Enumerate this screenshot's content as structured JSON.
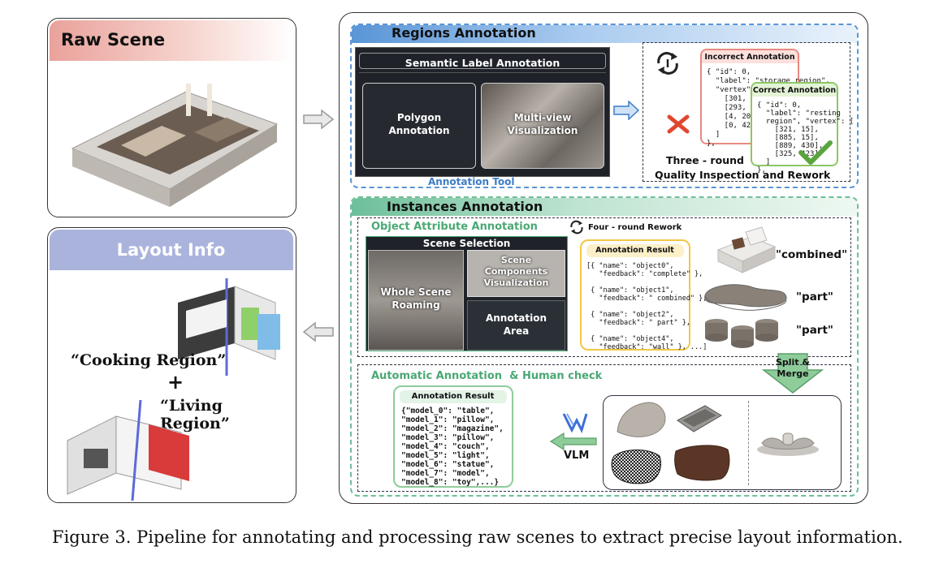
{
  "raw_scene": {
    "title": "Raw Scene"
  },
  "layout_info": {
    "title": "Layout Info",
    "cooking_label": "“Cooking Region”",
    "plus": "+",
    "living_label": "“Living Region”"
  },
  "regions_annotation": {
    "title": "Regions Annotation",
    "semantic_label": "Semantic Label Annotation",
    "polygon_label": "Polygon\nAnnotation",
    "multiview_label": "Multi-view\nVisualization",
    "tool_label": "Annotation Tool",
    "incorrect": {
      "title": "Incorrect Annotation",
      "code": "{ \"id\": 0,\n  \"label\": \"storage region\",\n  \"vertex\": [\n    [301, 403],\n    [293, 201],\n    [4, 209],\n    [0, 423]\n  ]\n},"
    },
    "correct": {
      "title": "Correct Annotation",
      "code": "{ \"id\": 0,\n  \"label\": \"resting\n  region\", \"vertex\": [\n    [321, 15],\n    [885, 15],\n    [889, 430],\n    [325, 423]\n  ]\n},"
    },
    "inspection_line1": "Three - round",
    "inspection_line2": "Quality Inspection and Rework"
  },
  "instances_annotation": {
    "title": "Instances Annotation",
    "object_attr_title": "Object Attribute Annotation",
    "rework_label": "Four - round Rework",
    "scene_selection": "Scene Selection",
    "whole_scene": "Whole Scene\nRoaming",
    "components": "Scene\nComponents\nVisualization",
    "annotation_area": "Annotation\nArea",
    "result_title": "Annotation Result",
    "result_code": "[{ \"name\": \"object0\",\n   \"feedback\": \"complete\" },\n\n { \"name\": \"object1\",\n   \"feedback\": \" combined\" },\n\n { \"name\": \"object2\",\n   \"feedback\": \" part\" },\n\n { \"name\": \"object4\",\n   \"feedback\": \"wall\" }, ...]",
    "label_combined": "\"combined\"",
    "label_part1": "\"part\"",
    "label_part2": "\"part\"",
    "split_merge": "Split &\nMerge",
    "auto_title": "Automatic Annotation  & Human check",
    "auto_result_title": "Annotation Result",
    "auto_result_code": "{\"model_0\": \"table\",\n\"model_1\": \"pillow\",\n\"model_2\": \"magazine\",\n\"model_3\": \"pillow\",\n\"model_4\": \"couch\",\n\"model_5\": \"light\",\n\"model_6\": \"statue\",\n\"model_7\": \"model\",\n\"model_8\": \"toy\",...}",
    "vlm": "VLM"
  },
  "caption": "Figure 3. Pipeline for annotating and processing raw scenes to extract precise layout information.",
  "colors": {
    "raw_header": "#f1b7b0",
    "layout_header": "#aab3dc",
    "blue_dash": "#5a95d6",
    "green_dash": "#6dbf99",
    "incorrect_border": "#e88a80",
    "correct_border": "#8cc765",
    "yellow_border": "#f2c744",
    "green_arrow": "#8ecc9a"
  }
}
